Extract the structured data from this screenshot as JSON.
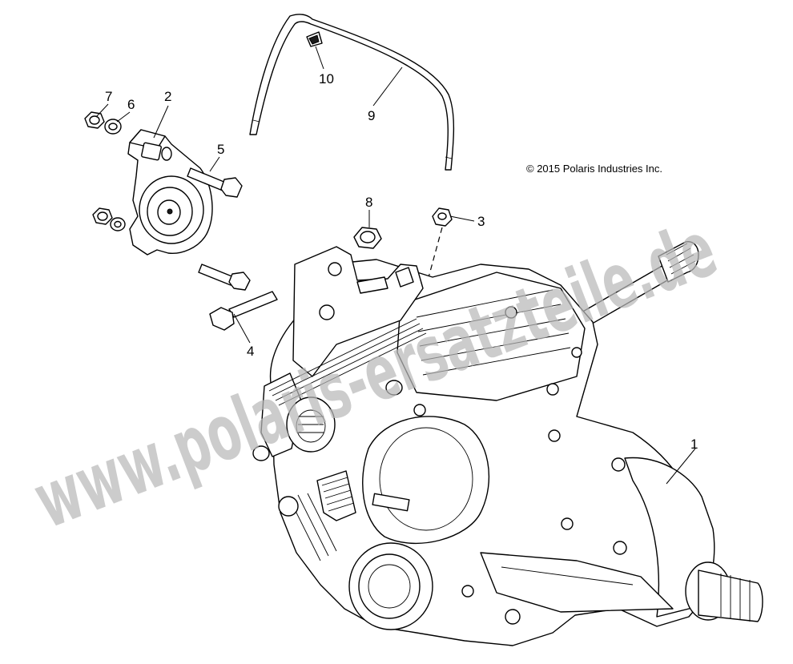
{
  "copyright": "© 2015 Polaris Industries Inc.",
  "watermark": "www.polaris-ersatzteile.de",
  "callouts": {
    "c1": "1",
    "c2": "2",
    "c3": "3",
    "c4": "4",
    "c5": "5",
    "c6": "6",
    "c7": "7",
    "c8": "8",
    "c9": "9",
    "c10": "10"
  },
  "parts": [
    "transmission-assembly",
    "gear-position-sensor",
    "vent-fitting",
    "mounting-bolt",
    "sensor-bolt",
    "washer",
    "nut",
    "nut",
    "vent-hose",
    "hose-clip"
  ]
}
